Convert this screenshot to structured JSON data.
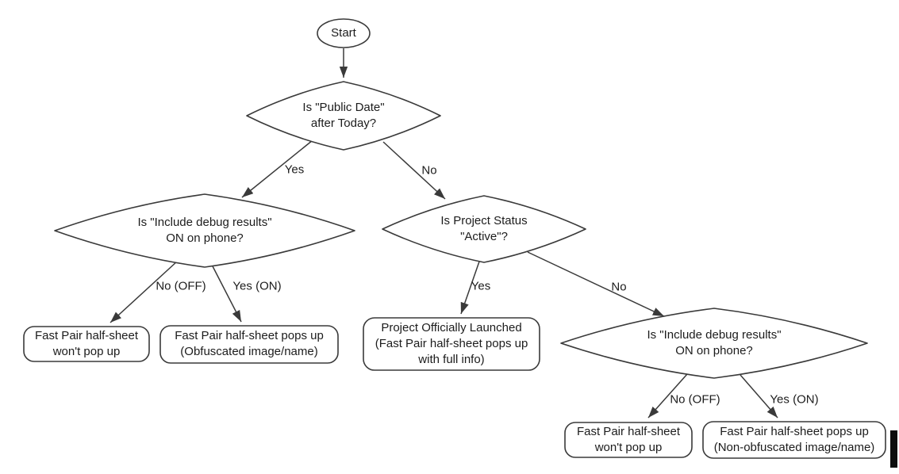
{
  "colors": {
    "background": "#ffffff",
    "stroke": "#3a3a3a",
    "text": "#1c1c1c"
  },
  "nodes": {
    "start": {
      "label": "Start"
    },
    "decision_public_date": {
      "lines": [
        "Is \"Public Date\"",
        "after Today?"
      ]
    },
    "decision_debug_left": {
      "lines": [
        "Is \"Include debug results\"",
        "ON on phone?"
      ]
    },
    "decision_project_status": {
      "lines": [
        "Is Project Status",
        "\"Active\"?"
      ]
    },
    "decision_debug_right": {
      "lines": [
        "Is \"Include debug results\"",
        "ON on phone?"
      ]
    },
    "result_no_popup_left": {
      "lines": [
        "Fast Pair half-sheet",
        "won't pop up"
      ]
    },
    "result_obfuscated": {
      "lines": [
        "Fast Pair half-sheet pops up",
        "(Obfuscated image/name)"
      ]
    },
    "result_launched": {
      "lines": [
        "Project Officially Launched",
        "(Fast Pair half-sheet pops up",
        "with full info)"
      ]
    },
    "result_no_popup_right": {
      "lines": [
        "Fast Pair half-sheet",
        "won't pop up"
      ]
    },
    "result_non_obfuscated": {
      "lines": [
        "Fast Pair half-sheet pops up",
        "(Non-obfuscated image/name)"
      ]
    }
  },
  "edge_labels": {
    "public_date_yes": "Yes",
    "public_date_no": "No",
    "debug_left_no": "No (OFF)",
    "debug_left_yes": "Yes (ON)",
    "project_status_yes": "Yes",
    "project_status_no": "No",
    "debug_right_no": "No (OFF)",
    "debug_right_yes": "Yes (ON)"
  }
}
